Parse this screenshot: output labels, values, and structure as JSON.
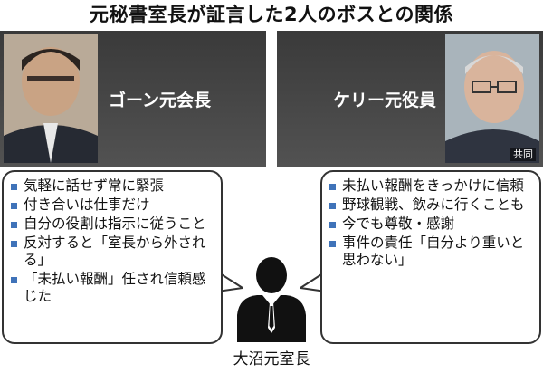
{
  "title": "元秘書室長が証言した2人のボスとの関係",
  "left": {
    "name": "ゴーン元会長",
    "items": [
      {
        "text": "気軽に話せず常に緊張"
      },
      {
        "text": "付き合いは仕事だけ"
      },
      {
        "text": "自分の役割は指示に従うこと"
      },
      {
        "text": "反対すると「室長から外される」"
      },
      {
        "text": "「未払い報酬」任され信頼感じた"
      }
    ]
  },
  "right": {
    "name": "ケリー元役員",
    "credit": "共同",
    "items": [
      {
        "text": "未払い報酬をきっかけに信頼"
      },
      {
        "text": "野球観戦、飲みに行くことも"
      },
      {
        "text": "今でも尊敬・感謝"
      },
      {
        "text": "事件の責任「自分より重いと思わない」"
      }
    ]
  },
  "center": {
    "caption": "大沼元室長"
  },
  "colors": {
    "bullet": "#3f73b9",
    "panel": "#464646",
    "border": "#333333"
  }
}
